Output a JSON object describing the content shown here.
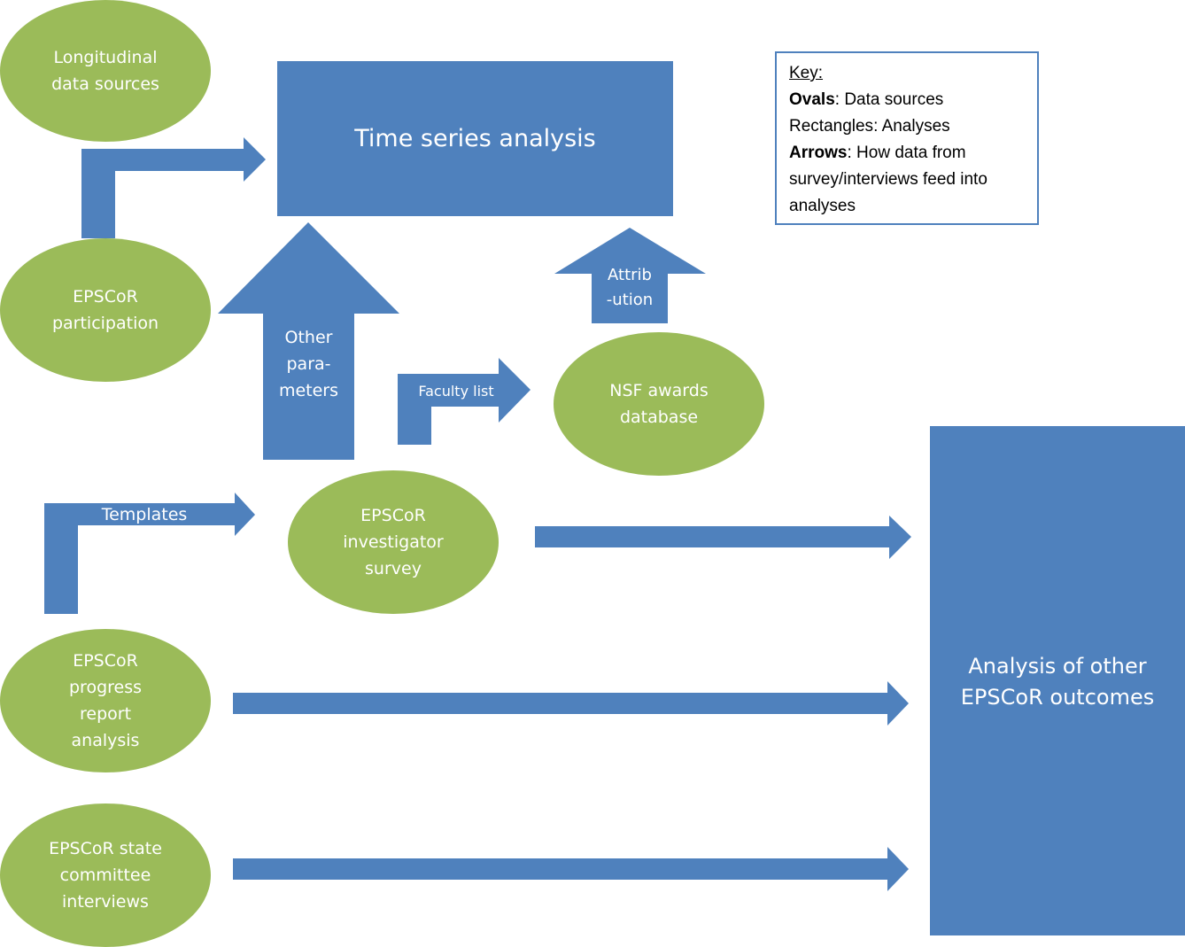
{
  "diagram": {
    "colors": {
      "analysis": "#4f81bd",
      "source": "#9bbb59",
      "text": "#ffffff",
      "key_border": "#4f81bd"
    },
    "data_sources": [
      {
        "id": "longitudinal",
        "label": "Longitudinal\ndata sources"
      },
      {
        "id": "participation",
        "label": "EPSCoR\nparticipation"
      },
      {
        "id": "nsf",
        "label": "NSF awards\ndatabase"
      },
      {
        "id": "survey",
        "label": "EPSCoR\ninvestigator\nsurvey"
      },
      {
        "id": "progress",
        "label": "EPSCoR\nprogress\nreport\nanalysis"
      },
      {
        "id": "interviews",
        "label": "EPSCoR state\ncommittee\ninterviews"
      }
    ],
    "analyses": [
      {
        "id": "timeseries",
        "label": "Time series analysis"
      },
      {
        "id": "other",
        "label": "Analysis of other\nEPSCoR outcomes"
      }
    ],
    "arrows": [
      {
        "id": "participation-to-timeseries",
        "from": "participation",
        "to": "timeseries",
        "label": ""
      },
      {
        "id": "other-parameters",
        "from": "survey",
        "to": "timeseries",
        "label": "Other\npara-\nmeters"
      },
      {
        "id": "faculty-list",
        "from": "survey",
        "to": "nsf",
        "label": "Faculty list"
      },
      {
        "id": "attribution",
        "from": "nsf",
        "to": "timeseries",
        "label": "Attrib\n-ution"
      },
      {
        "id": "templates",
        "from": "progress",
        "to": "survey",
        "label": "Templates"
      },
      {
        "id": "survey-to-other",
        "from": "survey",
        "to": "other",
        "label": ""
      },
      {
        "id": "progress-to-other",
        "from": "progress",
        "to": "other",
        "label": ""
      },
      {
        "id": "interviews-to-other",
        "from": "interviews",
        "to": "other",
        "label": ""
      }
    ],
    "key": {
      "title": "Key:",
      "rows": [
        {
          "term": "Ovals",
          "bold": true,
          "desc": ": Data sources"
        },
        {
          "term": "Rectangles",
          "bold": false,
          "desc": ": Analyses"
        },
        {
          "term": "Arrows",
          "bold": true,
          "desc": ": How data from survey/interviews feed into analyses"
        }
      ]
    }
  }
}
